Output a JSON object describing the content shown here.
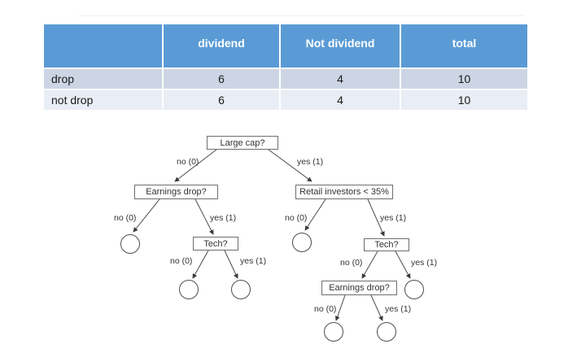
{
  "table": {
    "headers": [
      "",
      "dividend",
      "Not dividend",
      "total"
    ],
    "rows": [
      {
        "label": "drop",
        "dividend": "6",
        "not_dividend": "4",
        "total": "10"
      },
      {
        "label": "not drop",
        "dividend": "6",
        "not_dividend": "4",
        "total": "10"
      }
    ],
    "colors": {
      "header_bg": "#5b9bd5",
      "header_text": "#ffffff",
      "row_odd_bg": "#cdd5e4",
      "row_even_bg": "#e9edf5"
    }
  },
  "tree": {
    "nodes": {
      "root": "Large cap?",
      "earnings_left": "Earnings drop?",
      "retail": "Retail investors < 35%",
      "tech_left": "Tech?",
      "tech_right": "Tech?",
      "earnings_lower": "Earnings drop?"
    },
    "edge_labels": {
      "no": "no (0)",
      "yes": "yes (1)"
    },
    "line_color": "#4a4a4a"
  }
}
